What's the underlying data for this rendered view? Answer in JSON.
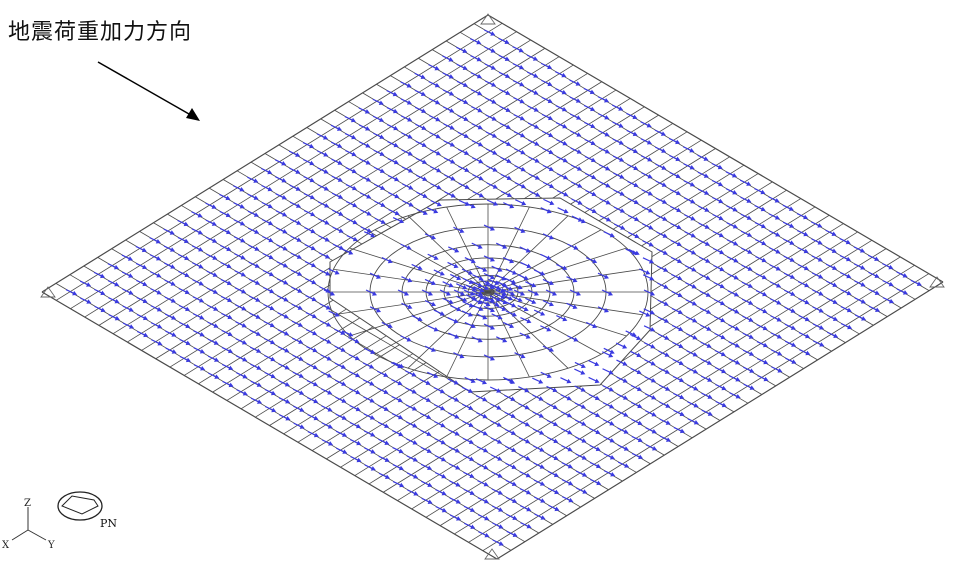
{
  "caption": "地震荷重加力方向",
  "axes": {
    "z": "Z",
    "x": "X",
    "y": "Y"
  },
  "view_label": "PN",
  "colors": {
    "mesh": "#4a4a4a",
    "load_arrow": "#3a3ae0",
    "text": "#111111"
  },
  "icons": [
    "direction-arrow-icon",
    "view-orientation-icon",
    "axis-triad-icon"
  ]
}
